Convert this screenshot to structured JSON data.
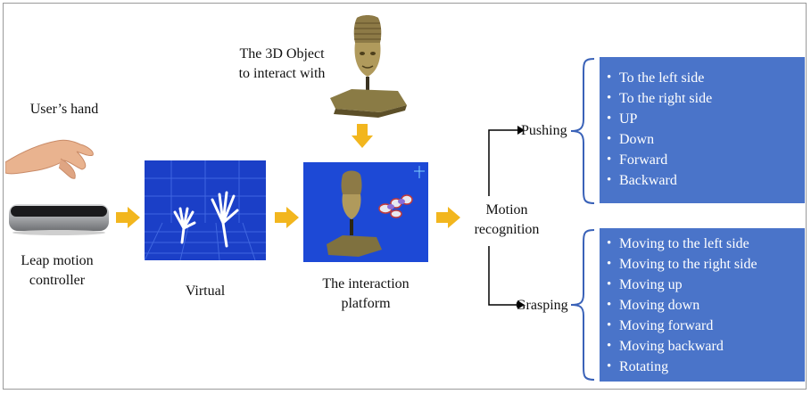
{
  "labels": {
    "users_hand": "User’s hand",
    "leap_line1": "Leap motion",
    "leap_line2": "controller",
    "virtual": "Virtual",
    "object_line1": "The 3D Object",
    "object_line2": "to interact with",
    "platform_line1": "The interaction",
    "platform_line2": "platform",
    "motion_line1": "Motion",
    "motion_line2": "recognition",
    "pushing": "Pushing",
    "grasping": "Grasping"
  },
  "pushing_items": [
    "To the left side",
    "To the right side",
    "UP",
    "Down",
    "Forward",
    "Backward"
  ],
  "grasping_items": [
    "Moving to the left side",
    "Moving to the right side",
    "Moving up",
    "Moving down",
    "Moving forward",
    "Moving backward",
    "Rotating"
  ],
  "colors": {
    "list_box": "#4a74c9",
    "panel": "#1b3fc7",
    "arrow": "#f2b61e"
  }
}
